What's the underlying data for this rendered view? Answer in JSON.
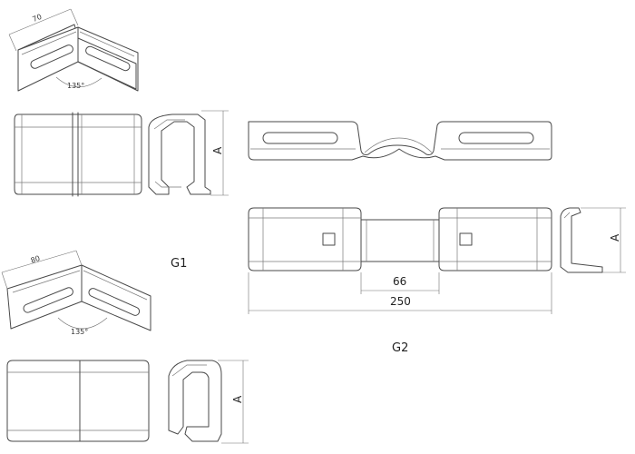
{
  "g1_top": {
    "width_dim": "70",
    "angle_dim": "135°",
    "height_dim": "A"
  },
  "g1_label": "G1",
  "g1_bottom": {
    "width_dim": "80",
    "angle_dim": "135°",
    "height_dim": "A"
  },
  "g2": {
    "label": "G2",
    "inner_dim": "66",
    "overall_dim": "250",
    "height_dim": "A"
  }
}
